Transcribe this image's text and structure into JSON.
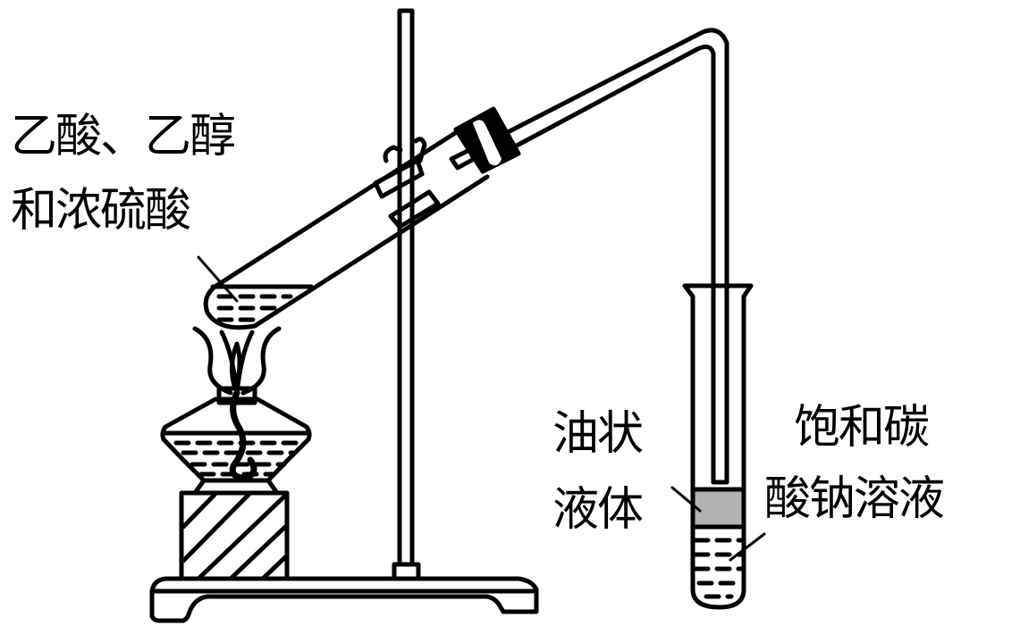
{
  "diagram": {
    "title": "Ethyl acetate preparation apparatus",
    "colors": {
      "line": "#000000",
      "oily_layer": "#b3b3b3",
      "background": "#ffffff"
    },
    "labels": {
      "reactants_line1": "乙酸、乙醇",
      "reactants_line2": "和浓硫酸",
      "oily_line1": "油状",
      "oily_line2": "液体",
      "solution_line1": "饱和碳",
      "solution_line2": "酸钠溶液"
    },
    "components": [
      "iron-stand",
      "alcohol-lamp",
      "wooden-block",
      "reaction-test-tube",
      "clamp",
      "stopper",
      "delivery-tube",
      "receiving-test-tube"
    ]
  }
}
